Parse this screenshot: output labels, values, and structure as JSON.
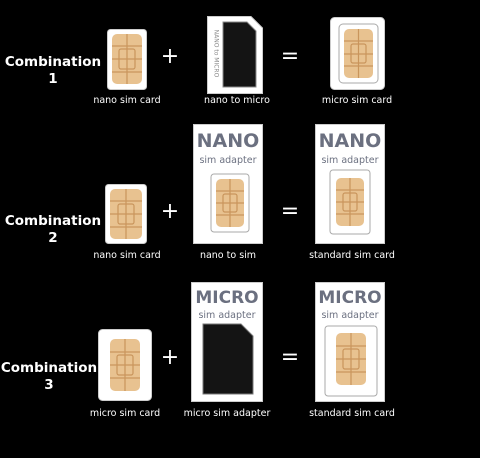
{
  "combinations": [
    {
      "label": "Combination 1",
      "plus": "+",
      "equals": "=",
      "captions": [
        "nano sim card",
        "nano to micro",
        "micro sim card"
      ],
      "adapter_text": "NANO to MICRO"
    },
    {
      "label": "Combination 2",
      "plus": "+",
      "equals": "=",
      "captions": [
        "nano sim card",
        "nano to sim",
        "standard sim card"
      ],
      "adapter_title": "NANO",
      "adapter_subtitle": "sim adapter"
    },
    {
      "label_line1": "Combination",
      "label_line2": "3",
      "plus": "+",
      "equals": "=",
      "captions": [
        "micro sim card",
        "micro sim adapter",
        "standard sim card"
      ],
      "adapter_title": "MICRO",
      "adapter_subtitle": "sim adapter"
    }
  ],
  "colors": {
    "background": "#000000",
    "card": "#ffffff",
    "chip": "#e8c290",
    "chip_line": "#c9955c",
    "adapter_text": "#6b7080",
    "slot": "#141414"
  }
}
